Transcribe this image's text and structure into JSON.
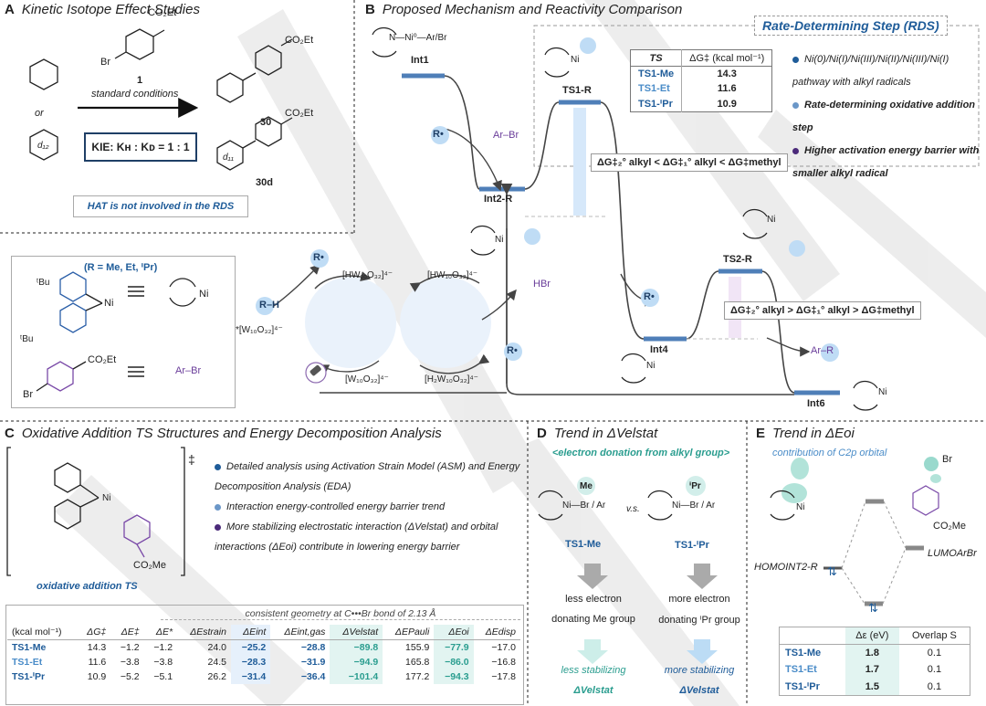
{
  "panelA": {
    "letter": "A",
    "title": "Kinetic Isotope Effect Studies",
    "reagent_substituent": "CO₂Et",
    "reagent_br": "Br",
    "reagent_label": "1",
    "conditions": "standard conditions",
    "or": "or",
    "deuterated_label": "d₁₂",
    "product_label": "30",
    "product_d_label": "30d",
    "product_d_ring": "d₁₁",
    "product_substituent": "CO₂Et",
    "kie_text": "KIE: Kʜ : Kᴅ = 1 : 1",
    "note": "HAT is not involved in the RDS"
  },
  "panelB": {
    "letter": "B",
    "title": "Proposed Mechanism and Reactivity Comparison",
    "rds_title": "Rate-Determining Step (RDS)",
    "ts_table": {
      "headers": [
        "TS",
        "ΔG‡ (kcal mol⁻¹)"
      ],
      "rows": [
        {
          "name": "TS1-Me",
          "value": "14.3",
          "color": "#1f5c99"
        },
        {
          "name": "TS1-Et",
          "value": "11.6",
          "color": "#4a8cc8"
        },
        {
          "name": "TS1-ⁱPr",
          "value": "10.9",
          "color": "#1f5c99"
        }
      ]
    },
    "rds_points": [
      {
        "text": "Ni(0)/Ni(I)/Ni(III)/Ni(II)/Ni(III)/Ni(I) pathway with alkyl radicals",
        "color": "#1f5c99"
      },
      {
        "text": "Rate-determining oxidative addition step",
        "color": "#6b97c8"
      },
      {
        "text": "Higher activation energy barrier with smaller alkyl radical",
        "color": "#4b2a7a"
      }
    ],
    "ineq1": "ΔG‡₂° alkyl < ΔG‡₁° alkyl < ΔG‡methyl",
    "ineq2": "ΔG‡₂° alkyl > ΔG‡₁° alkyl > ΔG‡methyl",
    "levels": {
      "int1": "Int1",
      "ts1r": "TS1-R",
      "int2r": "Int2-R",
      "ts2r": "TS2-R",
      "int4": "Int4",
      "int6": "Int6"
    },
    "species": {
      "arbr": "Ar–Br",
      "arr": "Ar–R",
      "r_radical": "R•",
      "rh": "R–H",
      "hbr": "HBr",
      "hw1": "[HW₁₀O₃₂]⁴⁻",
      "hw2": "[HW₁₀O₃₂]⁴⁻",
      "w_excited": "*[W₁₀O₃₂]⁴⁻",
      "w": "[W₁₀O₃₂]⁴⁻",
      "h2w": "[H₂W₁₀O₃₂]⁴⁻"
    },
    "legend": {
      "rdef": "(R = Me, Et, ⁱPr)",
      "tbu": "ᵗBu",
      "ni": "Ni",
      "arbr": "Ar–Br",
      "co2et": "CO₂Et",
      "br": "Br"
    }
  },
  "panelC": {
    "letter": "C",
    "title": "Oxidative Addition TS Structures and Energy Decomposition Analysis",
    "ts_caption": "oxidative addition TS",
    "dagger": "‡",
    "points": [
      "Detailed analysis using Activation Strain Model (ASM) and Energy Decomposition Analysis (EDA)",
      "Interaction energy-controlled energy barrier trend",
      "More stabilizing electrostatic interaction (ΔVelstat) and orbital interactions (ΔEoi) contribute in lowering energy barrier"
    ],
    "table": {
      "geometry_note": "consistent geometry at C•••Br bond of 2.13 Å",
      "headers": [
        "(kcal mol⁻¹)",
        "ΔG‡",
        "ΔE‡",
        "ΔE*",
        "ΔEstrain",
        "ΔEint",
        "ΔEint,gas",
        "ΔVelstat",
        "ΔEPauli",
        "ΔEoi",
        "ΔEdisp"
      ],
      "rows": [
        {
          "name": "TS1-Me",
          "values": [
            "14.3",
            "−1.2",
            "−1.2",
            "24.0",
            "−25.2",
            "−28.8",
            "−89.8",
            "155.9",
            "−77.9",
            "−17.0"
          ]
        },
        {
          "name": "TS1-Et",
          "values": [
            "11.6",
            "−3.8",
            "−3.8",
            "24.5",
            "−28.3",
            "−31.9",
            "−94.9",
            "165.8",
            "−86.0",
            "−16.8"
          ]
        },
        {
          "name": "TS1-ⁱPr",
          "values": [
            "10.9",
            "−5.2",
            "−5.1",
            "26.2",
            "−31.4",
            "−36.4",
            "−101.4",
            "177.2",
            "−94.3",
            "−17.8"
          ]
        }
      ]
    }
  },
  "panelD": {
    "letter": "D",
    "title": "Trend in ΔVelstat",
    "subtitle": "<electron donation from alkyl group>",
    "vs": "v.s.",
    "left_label": "TS1-Me",
    "right_label": "TS1-ⁱPr",
    "left_sub": "Me",
    "right_sub": "ⁱPr",
    "left_text1": "less electron",
    "left_text2": "donating Me group",
    "right_text1": "more electron",
    "right_text2": "donating ⁱPr group",
    "left_result": "less stabilizing",
    "right_result": "more stabilizing",
    "dv": "ΔVelstat"
  },
  "panelE": {
    "letter": "E",
    "title": "Trend in ΔEoi",
    "subtitle": "contribution of C2p orbital",
    "homo": "HOMOINT2-R",
    "lumo": "LUMOArBr",
    "co2me": "CO₂Me",
    "br": "Br",
    "table": {
      "headers": [
        "",
        "Δε (eV)",
        "Overlap S"
      ],
      "rows": [
        {
          "name": "TS1-Me",
          "de": "1.8",
          "s": "0.1"
        },
        {
          "name": "TS1-Et",
          "de": "1.7",
          "s": "0.1"
        },
        {
          "name": "TS1-ⁱPr",
          "de": "1.5",
          "s": "0.1"
        }
      ]
    }
  }
}
